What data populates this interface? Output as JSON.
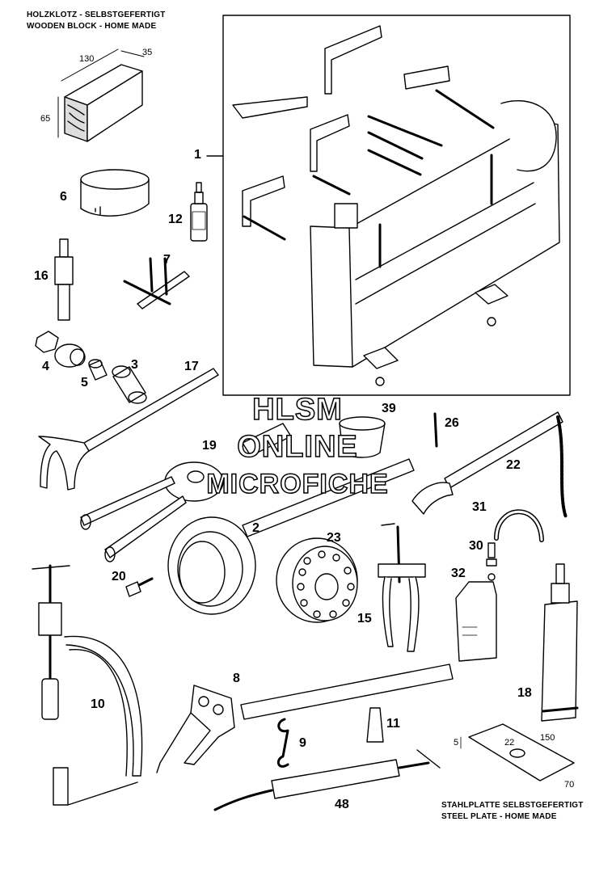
{
  "captions": {
    "block_de": "HOLZKLOTZ - SELBSTGEFERTIGT",
    "block_en": "WOODEN BLOCK - HOME MADE",
    "plate_de": "STAHLPLATTE   SELBSTGEFERTIGT",
    "plate_en": "STEEL PLATE - HOME MADE"
  },
  "dimensions": {
    "block_length": "130",
    "block_depth": "35",
    "block_height": "65",
    "plate_thickness": "5",
    "plate_hole": "22",
    "plate_length": "150",
    "plate_width": "70"
  },
  "parts": [
    "1",
    "2",
    "3",
    "4",
    "5",
    "6",
    "7",
    "8",
    "9",
    "10",
    "11",
    "12",
    "15",
    "16",
    "17",
    "18",
    "19",
    "20",
    "22",
    "23",
    "26",
    "30",
    "31",
    "32",
    "39",
    "48"
  ],
  "watermark": {
    "line1": "HLSM",
    "line2": "ONLINE",
    "line3": "MICROFICHE"
  }
}
